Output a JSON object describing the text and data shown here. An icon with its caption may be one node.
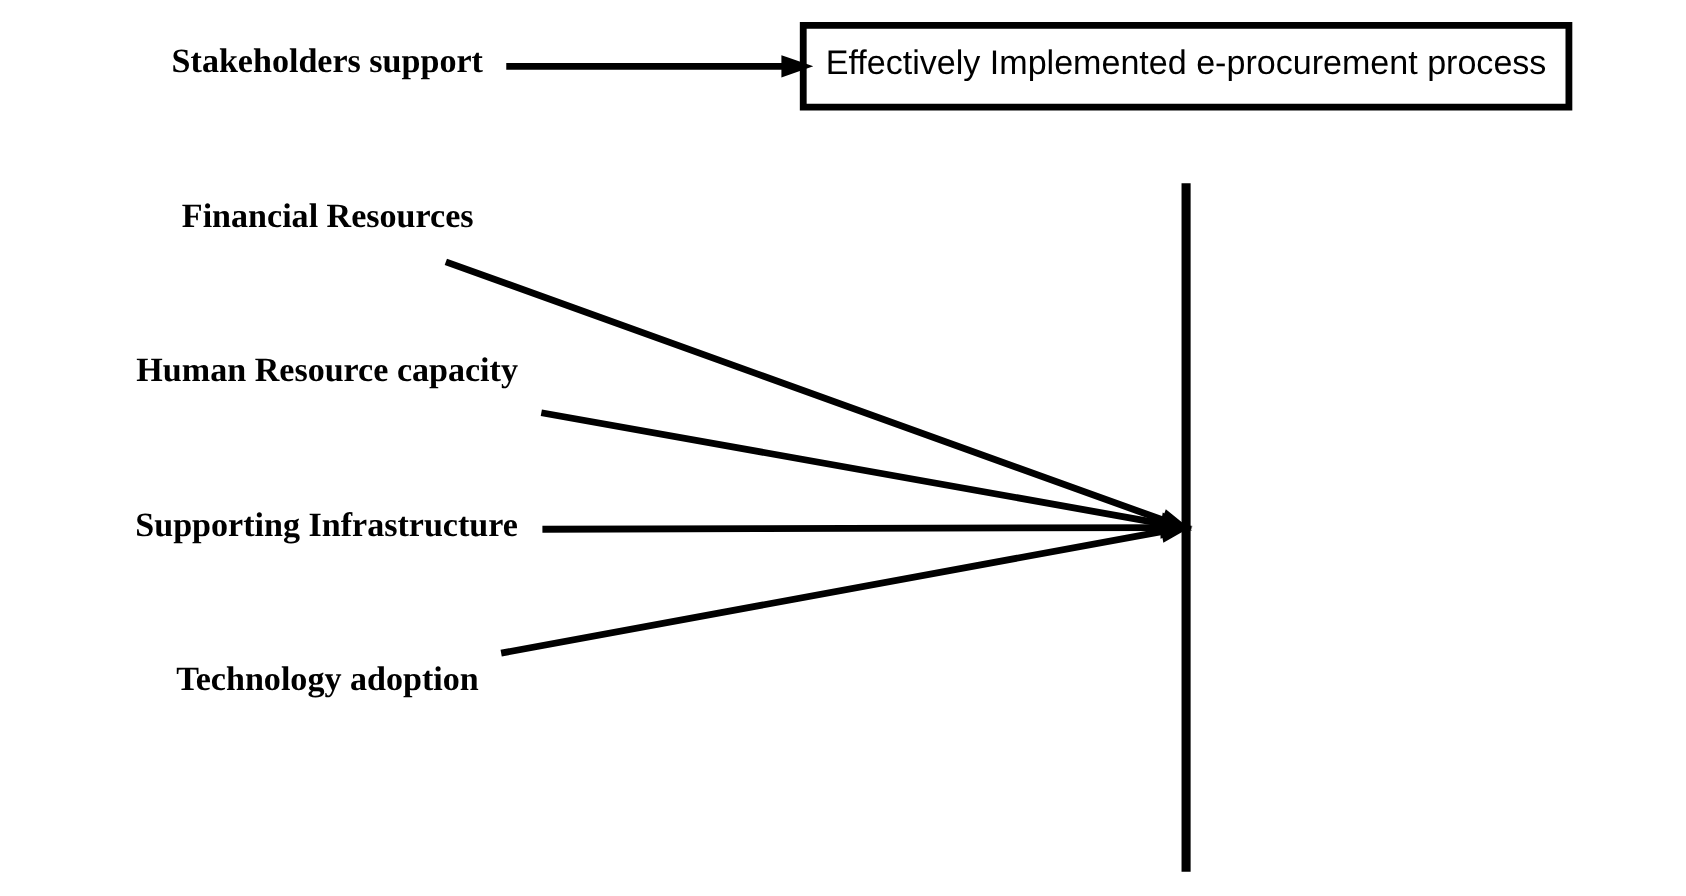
{
  "diagram": {
    "nodes": [
      {
        "text": [
          "Financial Resources"
        ]
      },
      {
        "text": [
          "Human Resource capacity"
        ]
      },
      {
        "text": [
          "Stakeholders support"
        ]
      },
      {
        "text": [
          "Supporting Infrastructure"
        ]
      },
      {
        "text": [
          "Technology adoption"
        ]
      },
      {
        "text": [],
        "shape": "bar"
      },
      {
        "text": [
          "Effectively Implemented e-procurement process"
        ]
      }
    ],
    "edges": [
      {
        "from": 0,
        "to": 5,
        "arrow": "to"
      },
      {
        "from": 1,
        "to": 5,
        "arrow": "to"
      },
      {
        "from": 2,
        "to": 6,
        "arrow": "to"
      },
      {
        "from": 3,
        "to": 5,
        "arrow": "to"
      },
      {
        "from": 4,
        "to": 5,
        "arrow": "to"
      }
    ]
  }
}
